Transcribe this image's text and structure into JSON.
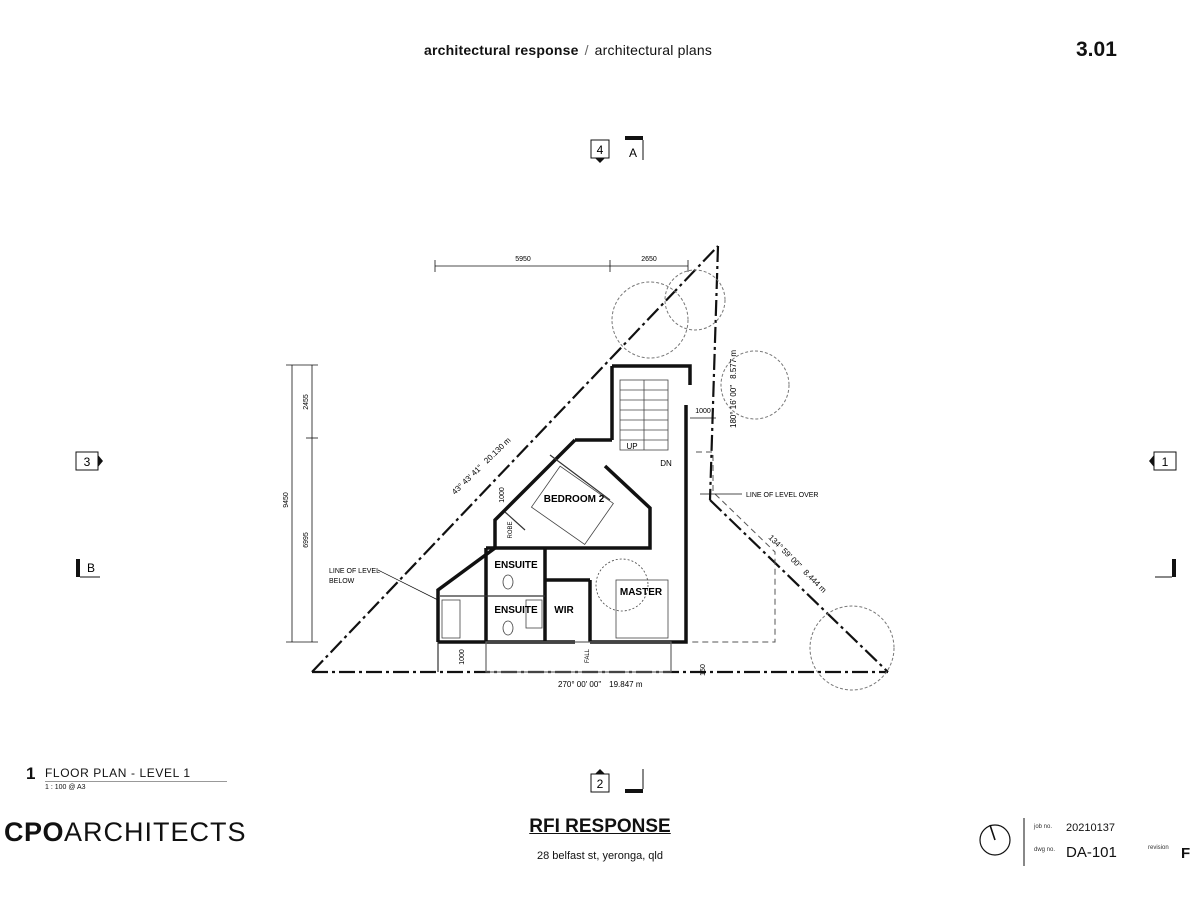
{
  "header": {
    "section": "architectural response",
    "separator": "/",
    "subsection": "architectural plans",
    "sheet_number": "3.01"
  },
  "plan": {
    "rooms": {
      "bedroom2": "BEDROOM 2",
      "ensuite_upper": "ENSUITE",
      "ensuite_lower": "ENSUITE",
      "wir": "WIR",
      "master": "MASTER",
      "robe": "ROBE",
      "up": "UP",
      "dn": "DN",
      "fall": "FALL"
    },
    "notes": {
      "line_level_over": "LINE OF LEVEL OVER",
      "line_level_below_1": "LINE OF LEVEL",
      "line_level_below_2": "BELOW"
    },
    "dimensions": {
      "top_left": "5950",
      "top_right": "2650",
      "left_upper": "2455",
      "left_lower": "6995",
      "left_total": "9450",
      "boundary_gap_right": "1000",
      "boundary_gap_left": "1000",
      "boundary_gap_bottom": "1000",
      "bottom_offset": "150"
    },
    "boundaries": {
      "west_bearing": "43° 43' 41\"",
      "west_length": "20.130 m",
      "north_bearing": "180° 16' 00\"",
      "north_length": "8.577 m",
      "east_bearing": "134° 59' 00\"",
      "east_length": "8.444 m",
      "south_bearing": "270° 00' 00\"",
      "south_length": "19.847 m"
    },
    "markers": {
      "elevation_north": "4",
      "elevation_south": "2",
      "elevation_west": "3",
      "elevation_east": "1",
      "section_a": "A",
      "section_b": "B"
    }
  },
  "drawing_title": {
    "number": "1",
    "name": "FLOOR PLAN - LEVEL 1",
    "scale": "1 : 100 @ A3"
  },
  "logo": {
    "bold": "CPO",
    "light": "ARCHITECTS"
  },
  "footer": {
    "title": "RFI RESPONSE",
    "address": "28 belfast st, yeronga, qld"
  },
  "title_block": {
    "job_label": "job no.",
    "job_value": "20210137",
    "dwg_label": "dwg no.",
    "dwg_value": "DA-101",
    "revision_label": "revision",
    "revision_value": "F"
  }
}
